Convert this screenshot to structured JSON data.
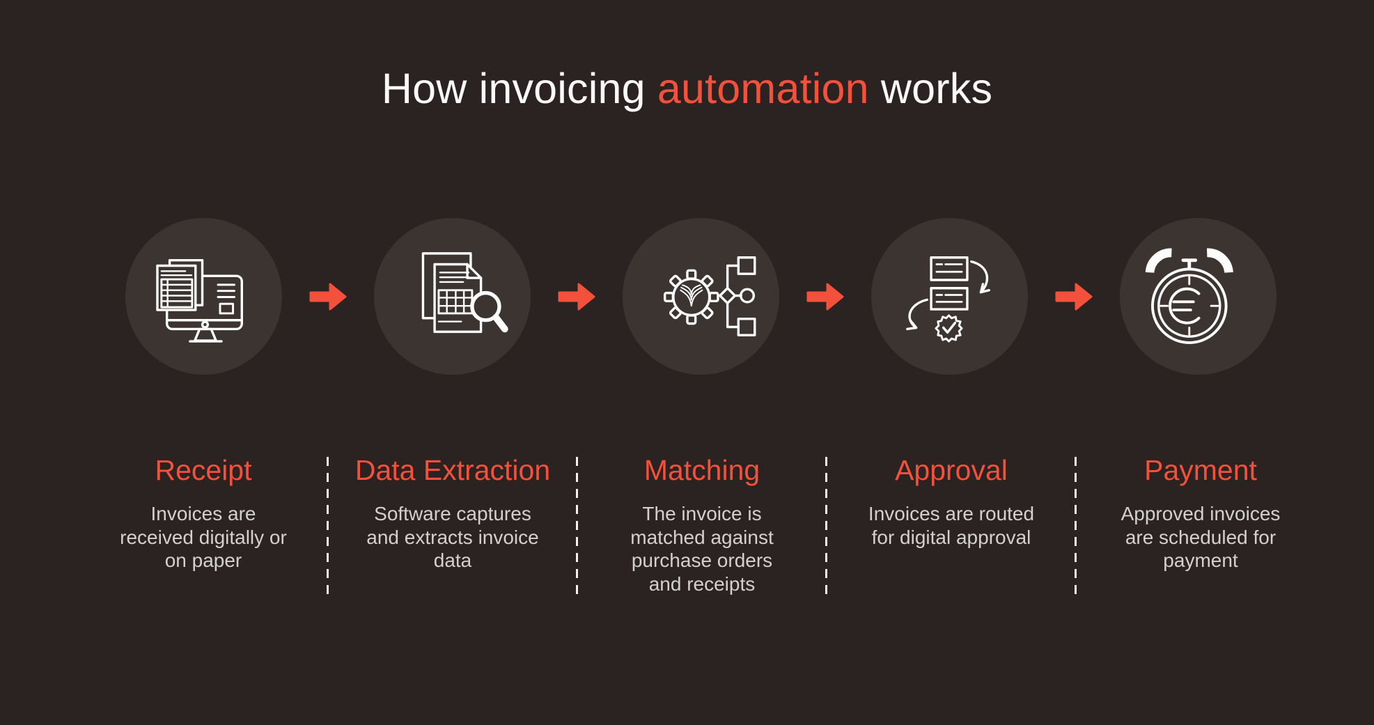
{
  "title": {
    "prefix": "How invoicing ",
    "highlight": "automation",
    "suffix": " works"
  },
  "steps": [
    {
      "name": "Receipt",
      "description": "Invoices are received digitally or on paper",
      "icon": "monitor-invoice-icon"
    },
    {
      "name": "Data Extraction",
      "description": "Software captures and extracts invoice data",
      "icon": "document-magnifier-icon"
    },
    {
      "name": "Matching",
      "description": "The invoice is matched against purchase orders and receipts",
      "icon": "gear-flowchart-icon"
    },
    {
      "name": "Approval",
      "description": "Invoices are routed for digital approval",
      "icon": "routing-approval-badge-icon"
    },
    {
      "name": "Payment",
      "description": "Approved invoices are scheduled for payment",
      "icon": "alarm-clock-euro-icon"
    }
  ],
  "arrow_icon": "right-arrow-icon",
  "colors": {
    "background": "#2b2321",
    "circle_fill": "#3c3431",
    "accent": "#f4513d",
    "icon_stroke": "#fdfdfd",
    "title_text": "#fbfaf8",
    "description_text": "#d3d0ce"
  }
}
